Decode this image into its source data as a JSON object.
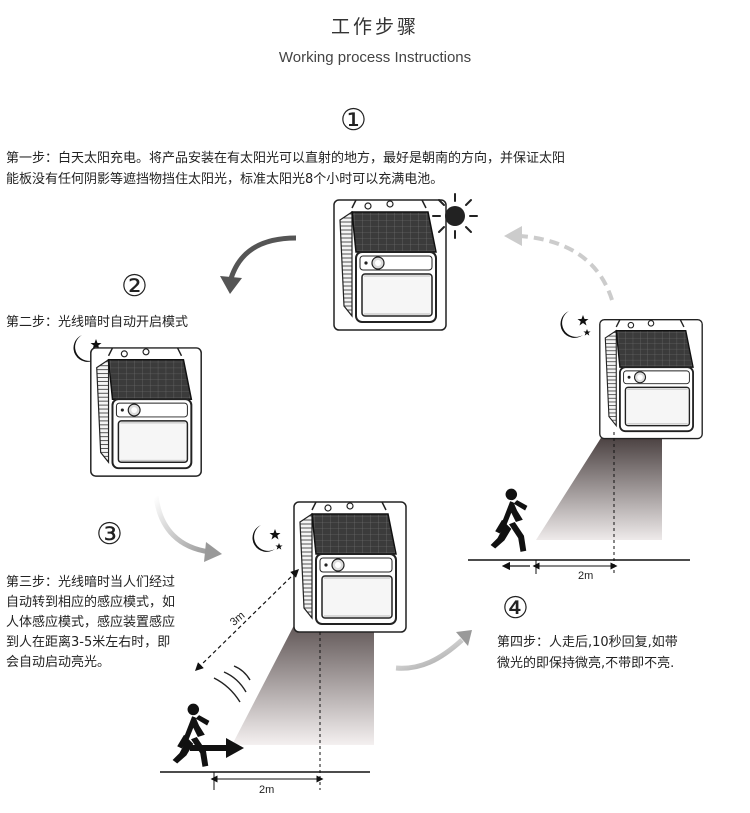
{
  "header": {
    "title_cn": "工作步骤",
    "title_en": "Working process Instructions"
  },
  "steps": [
    {
      "number": "①",
      "line1": "第一步：白天太阳充电。将产品安装在有太阳光可以直射的地方，最好是朝南的方向，并保证太阳",
      "line2": "能板没有任何阴影等遮挡物挡住太阳光，标准太阳光8个小时可以充满电池。"
    },
    {
      "number": "②",
      "line1": "第二步：光线暗时自动开启模式"
    },
    {
      "number": "③",
      "line1": "第三步：光线暗时当人们经过",
      "line2": "自动转到相应的感应模式，如",
      "line3": "人体感应模式，感应装置感应",
      "line4": "到人在距离3-5米左右时，即",
      "line5": "会自动启动亮光。"
    },
    {
      "number": "④",
      "line1": "第四步：人走后,10秒回复,如带",
      "line2": "微光的即保持微亮,不带即不亮."
    }
  ],
  "distances": {
    "diag_3": "3m",
    "floor_3": "2m",
    "floor_4": "2m"
  },
  "icons": {
    "sun": "sun-icon",
    "moon": "moon-stars-icon",
    "person": "running-person-icon",
    "lamp": "solar-lamp-icon"
  },
  "colors": {
    "lamp_outline": "#222222",
    "solar_panel": "#3a3a3a",
    "arrow_grey": "#9a9a9a",
    "beam_dark": "#5a5050"
  }
}
